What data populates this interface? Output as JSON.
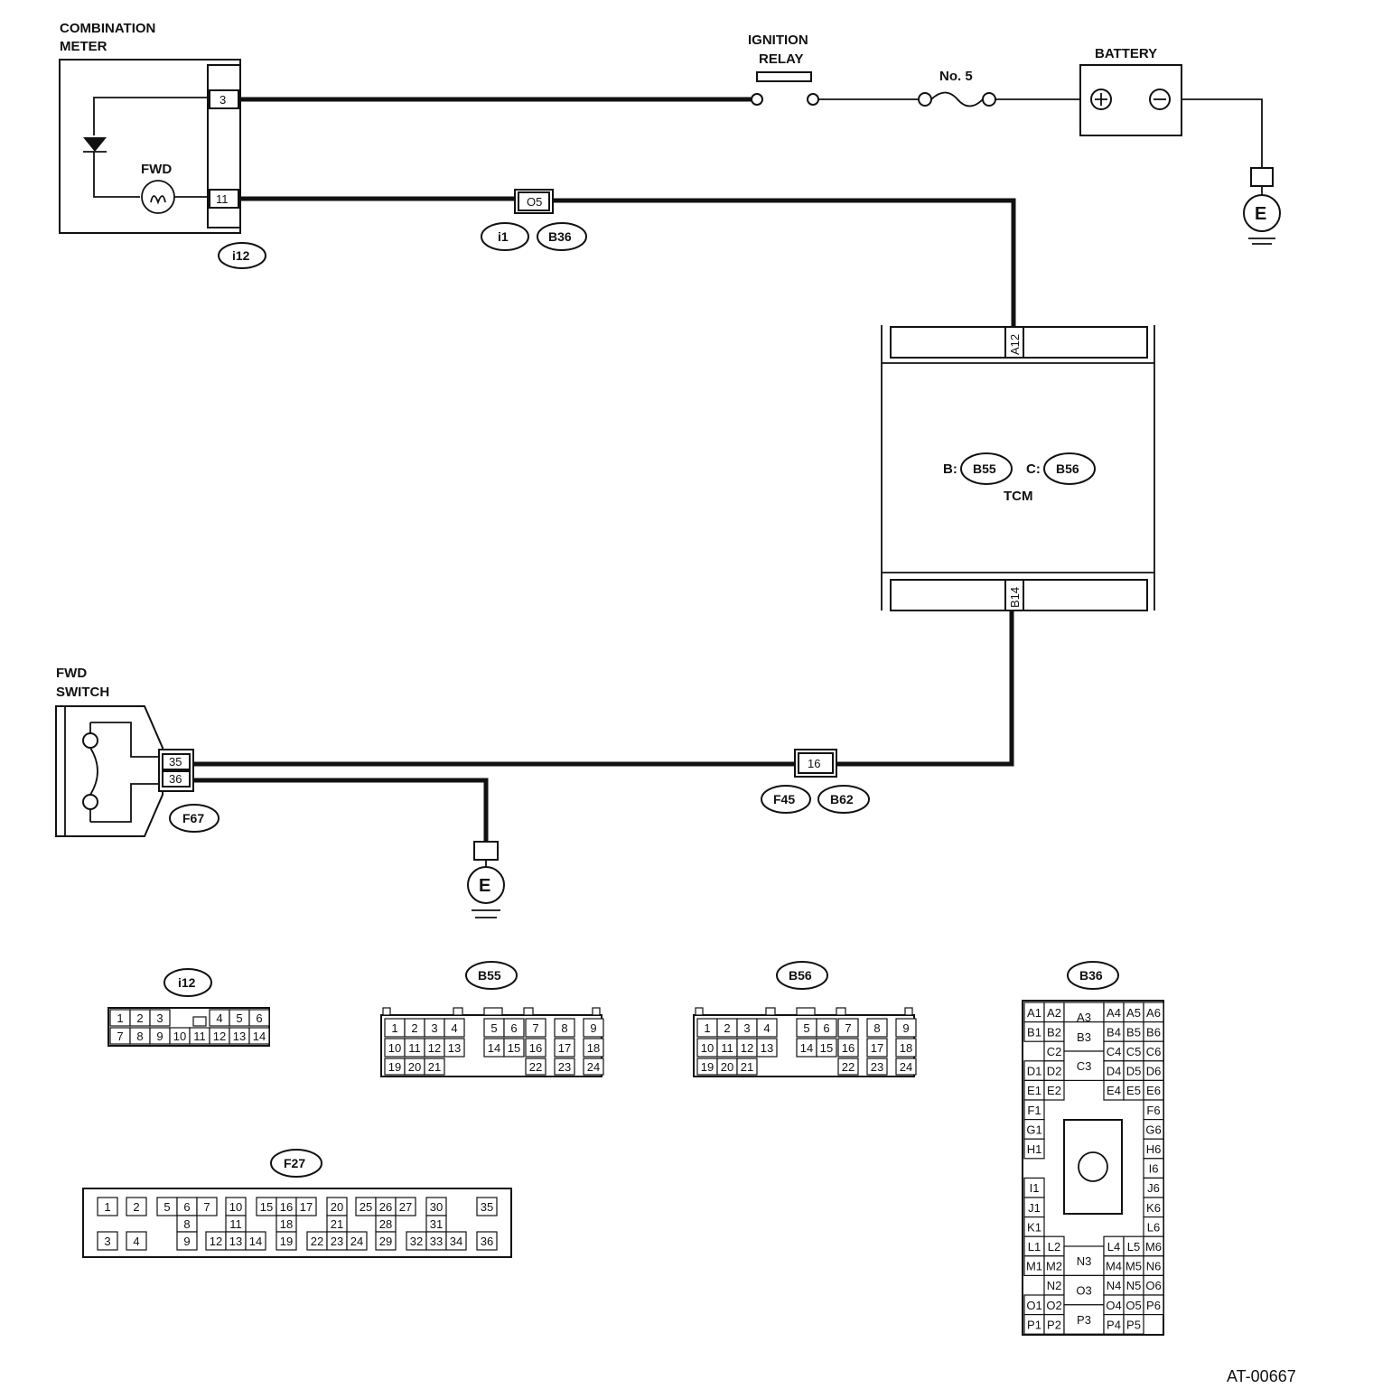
{
  "labels": {
    "combination_meter": [
      "COMBINATION",
      "METER"
    ],
    "fwd_lamp": "FWD",
    "ignition_relay": [
      "IGNITION",
      "RELAY"
    ],
    "fuse": "No. 5",
    "battery": "BATTERY",
    "ground": "E",
    "tcm": "TCM",
    "tcm_conn_b_prefix": "B:",
    "tcm_conn_c_prefix": "C:",
    "fwd_switch": [
      "FWD",
      "SWITCH"
    ],
    "figure_id": "AT-00667"
  },
  "pins": {
    "meter_3": "3",
    "meter_11": "11",
    "joint_o5": "O5",
    "tcm_a12": "A12",
    "tcm_b14": "B14",
    "sw_35": "35",
    "sw_36": "36",
    "joint_16": "16"
  },
  "connector_tags": {
    "i12": "i12",
    "i1": "i1",
    "b36": "B36",
    "b55": "B55",
    "b56": "B56",
    "f67": "F67",
    "f45": "F45",
    "b62": "B62"
  },
  "connector_views": {
    "i12": {
      "title": "i12",
      "row1": [
        "1",
        "2",
        "3",
        "",
        "4",
        "5",
        "6"
      ],
      "row2": [
        "7",
        "8",
        "9",
        "10",
        "11",
        "12",
        "13",
        "14"
      ]
    },
    "b55": {
      "title": "B55",
      "row1": [
        "1",
        "2",
        "3",
        "4",
        "5",
        "6",
        "7",
        "8",
        "9"
      ],
      "row2": [
        "10",
        "11",
        "12",
        "13",
        "14",
        "15",
        "16",
        "17",
        "18"
      ],
      "row3": [
        "19",
        "20",
        "21",
        "22",
        "23",
        "24"
      ]
    },
    "b56": {
      "title": "B56",
      "row1": [
        "1",
        "2",
        "3",
        "4",
        "5",
        "6",
        "7",
        "8",
        "9"
      ],
      "row2": [
        "10",
        "11",
        "12",
        "13",
        "14",
        "15",
        "16",
        "17",
        "18"
      ],
      "row3": [
        "19",
        "20",
        "21",
        "22",
        "23",
        "24"
      ]
    },
    "f27": {
      "title": "F27",
      "row1": [
        "1",
        "2",
        "5",
        "6",
        "7",
        "10",
        "15",
        "16",
        "17",
        "20",
        "25",
        "26",
        "27",
        "30",
        "35"
      ],
      "row2": [
        "8",
        "11",
        "18",
        "21",
        "28",
        "31"
      ],
      "row3": [
        "3",
        "4",
        "9",
        "12",
        "13",
        "14",
        "19",
        "22",
        "23",
        "24",
        "29",
        "32",
        "33",
        "34",
        "36"
      ]
    },
    "b36": {
      "title": "B36",
      "left_col": [
        "A1",
        "B1",
        "",
        "D1",
        "E1",
        "F1",
        "G1",
        "H1",
        "",
        "I1",
        "J1",
        "K1",
        "L1",
        "M1",
        "",
        "O1",
        "P1"
      ],
      "left2_col": [
        "A2",
        "B2",
        "C2",
        "D2",
        "E2",
        "",
        "",
        "",
        "",
        "",
        "",
        "",
        "L2",
        "M2",
        "N2",
        "O2",
        "P2"
      ],
      "mid_col": [
        "A3",
        "B3",
        "C3",
        "N3",
        "O3",
        "P3"
      ],
      "right4_col": [
        "A4",
        "B4",
        "C4",
        "D4",
        "E4",
        "L4",
        "M4",
        "N4",
        "O4",
        "P4"
      ],
      "right5_col": [
        "A5",
        "B5",
        "C5",
        "D5",
        "E5",
        "L5",
        "M5",
        "N5",
        "O5",
        "P5"
      ],
      "right6_col": [
        "A6",
        "B6",
        "C6",
        "D6",
        "E6",
        "F6",
        "G6",
        "H6",
        "I6",
        "J6",
        "K6",
        "L6",
        "M6",
        "N6",
        "O6",
        "P6"
      ]
    }
  }
}
